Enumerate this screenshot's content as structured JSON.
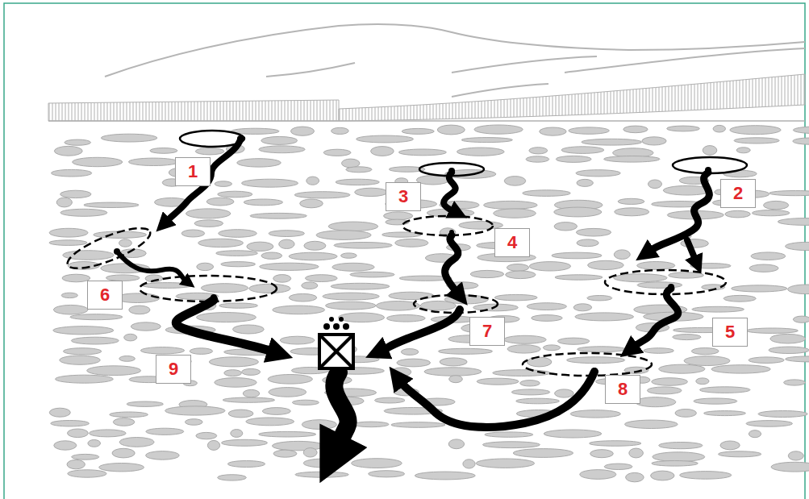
{
  "diagram": {
    "labels": [
      "1",
      "3",
      "2",
      "4",
      "6",
      "5",
      "7",
      "9",
      "8"
    ]
  }
}
